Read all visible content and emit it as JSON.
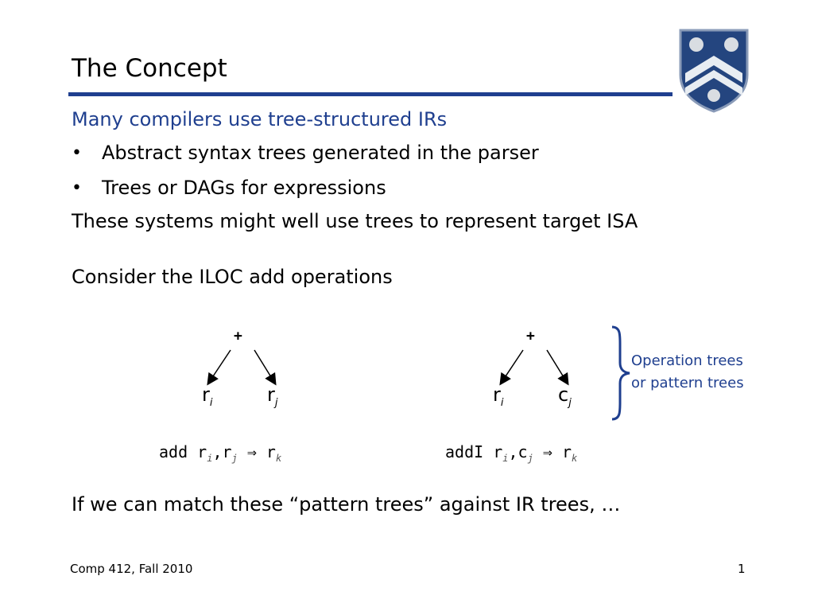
{
  "slide": {
    "title": "The Concept",
    "line1": "Many compilers use tree-structured IRs",
    "bullets": [
      {
        "marker": "•",
        "text": "Abstract syntax trees generated in the parser"
      },
      {
        "marker": "•",
        "text": "Trees or DAGs for expressions"
      }
    ],
    "line2": "These systems might well use trees to represent target ISA",
    "line3": "Consider the ILOC add operations",
    "tree1": {
      "root": "+",
      "left": "r",
      "left_sub": "i",
      "right": "r",
      "right_sub": "j"
    },
    "tree2": {
      "root": "+",
      "left": "r",
      "left_sub": "i",
      "right": "c",
      "right_sub": "j"
    },
    "op1": {
      "name": "add",
      "a": "r",
      "a_sub": "i",
      "comma": ",",
      "b": "r",
      "b_sub": "j",
      "arrow": "⇒",
      "c": "r",
      "c_sub": "k"
    },
    "op2": {
      "name": "addI",
      "a": "r",
      "a_sub": "i",
      "comma": ",",
      "b": "c",
      "b_sub": "j",
      "arrow": "⇒",
      "c": "r",
      "c_sub": "k"
    },
    "note_line1": "Operation  trees",
    "note_line2": "or pattern trees",
    "line4": "If we can match these “pattern trees” against IR trees, …",
    "footer_left": "Comp 412, Fall 2010",
    "footer_right": "1"
  },
  "colors": {
    "accent": "#1f3f8f",
    "crest_fill": "#24457f"
  }
}
